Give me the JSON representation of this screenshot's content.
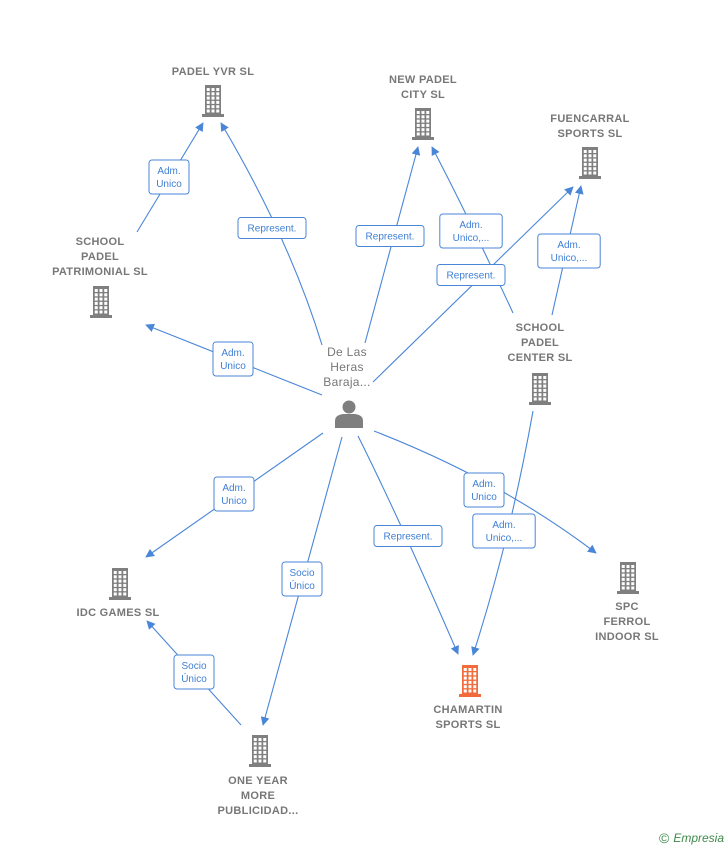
{
  "colors": {
    "building": "#7f7f7f",
    "highlight": "#f26b3a",
    "edge": "#4a86d8",
    "label_text": "#777777"
  },
  "nodes": [
    {
      "id": "padel_yvr",
      "kind": "company",
      "lines": [
        "PADEL YVR  SL"
      ]
    },
    {
      "id": "new_padel",
      "kind": "company",
      "lines": [
        "NEW PADEL",
        "CITY  SL"
      ]
    },
    {
      "id": "fuencarral",
      "kind": "company",
      "lines": [
        "FUENCARRAL",
        "SPORTS  SL"
      ]
    },
    {
      "id": "school_patrimonial",
      "kind": "company",
      "lines": [
        "SCHOOL",
        "PADEL",
        "PATRIMONIAL SL"
      ]
    },
    {
      "id": "school_center",
      "kind": "company",
      "lines": [
        "SCHOOL",
        "PADEL",
        "CENTER  SL"
      ]
    },
    {
      "id": "person",
      "kind": "person",
      "lines": [
        "De Las",
        "Heras",
        "Baraja..."
      ]
    },
    {
      "id": "idc_games",
      "kind": "company",
      "lines": [
        "IDC GAMES  SL"
      ]
    },
    {
      "id": "spc_ferrol",
      "kind": "company",
      "lines": [
        "SPC",
        "FERROL",
        "INDOOR SL"
      ]
    },
    {
      "id": "chamartin",
      "kind": "company",
      "highlight": true,
      "lines": [
        "CHAMARTIN",
        "SPORTS  SL"
      ]
    },
    {
      "id": "one_year",
      "kind": "company",
      "lines": [
        "ONE YEAR",
        "MORE",
        "PUBLICIDAD..."
      ]
    }
  ],
  "edges": [
    {
      "from": "school_patrimonial",
      "to": "padel_yvr",
      "lines": [
        "Adm.",
        "Unico"
      ]
    },
    {
      "from": "person",
      "to": "padel_yvr",
      "lines": [
        "Represent."
      ]
    },
    {
      "from": "person",
      "to": "new_padel",
      "lines": [
        "Represent."
      ]
    },
    {
      "from": "school_center",
      "to": "new_padel",
      "lines": [
        "Adm.",
        "Unico,..."
      ]
    },
    {
      "from": "person",
      "to": "fuencarral",
      "lines": [
        "Represent."
      ]
    },
    {
      "from": "school_center",
      "to": "fuencarral",
      "lines": [
        "Adm.",
        "Unico,..."
      ]
    },
    {
      "from": "person",
      "to": "school_patrimonial",
      "lines": [
        "Adm.",
        "Unico"
      ]
    },
    {
      "from": "person",
      "to": "idc_games",
      "lines": [
        "Adm.",
        "Unico"
      ]
    },
    {
      "from": "person",
      "to": "one_year",
      "lines": [
        "Socio",
        "Único"
      ]
    },
    {
      "from": "one_year",
      "to": "idc_games",
      "lines": [
        "Socio",
        "Único"
      ]
    },
    {
      "from": "person",
      "to": "chamartin",
      "lines": [
        "Represent."
      ]
    },
    {
      "from": "school_center",
      "to": "chamartin",
      "lines": [
        "Adm.",
        "Unico,..."
      ]
    },
    {
      "from": "person",
      "to": "spc_ferrol",
      "lines": [
        "Adm.",
        "Unico"
      ]
    }
  ],
  "footer": {
    "copyright_symbol": "©",
    "brand": "Empresia"
  }
}
